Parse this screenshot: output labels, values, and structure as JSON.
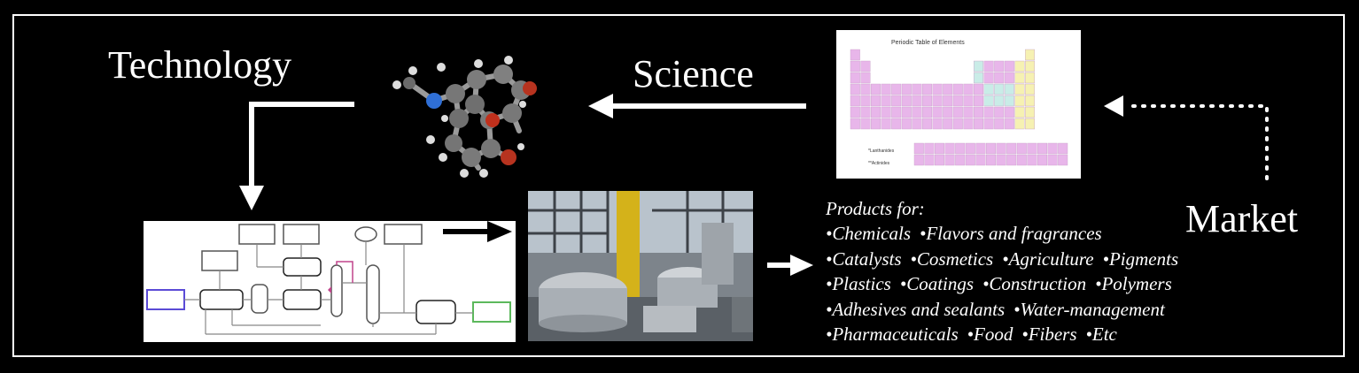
{
  "labels": {
    "technology": "Technology",
    "science": "Science",
    "market": "Market"
  },
  "periodic_table": {
    "title": "Periodic Table of Elements",
    "lanthanides": "*Lanthanides",
    "actinides": "**Actinides"
  },
  "products": {
    "heading": "Products for:",
    "rows": [
      [
        "•Chemicals",
        "•Flavors and fragrances"
      ],
      [
        "•Catalysts",
        "•Cosmetics",
        "•Agriculture",
        "•Pigments"
      ],
      [
        "•Plastics",
        "•Coatings",
        "•Construction",
        "•Polymers"
      ],
      [
        "•Adhesives and sealants",
        "•Water-management"
      ],
      [
        "•Pharmaceuticals",
        "•Food",
        "•Fibers",
        "•Etc"
      ]
    ]
  },
  "colors": {
    "background": "#000000",
    "foreground": "#ffffff",
    "table_main": "#e8b6ea",
    "table_s": "#f6f1b2",
    "table_p": "#c9ece7",
    "flow_input": "#5b4bd6",
    "flow_output": "#5cb85c",
    "flow_recycle": "#c0438b"
  }
}
